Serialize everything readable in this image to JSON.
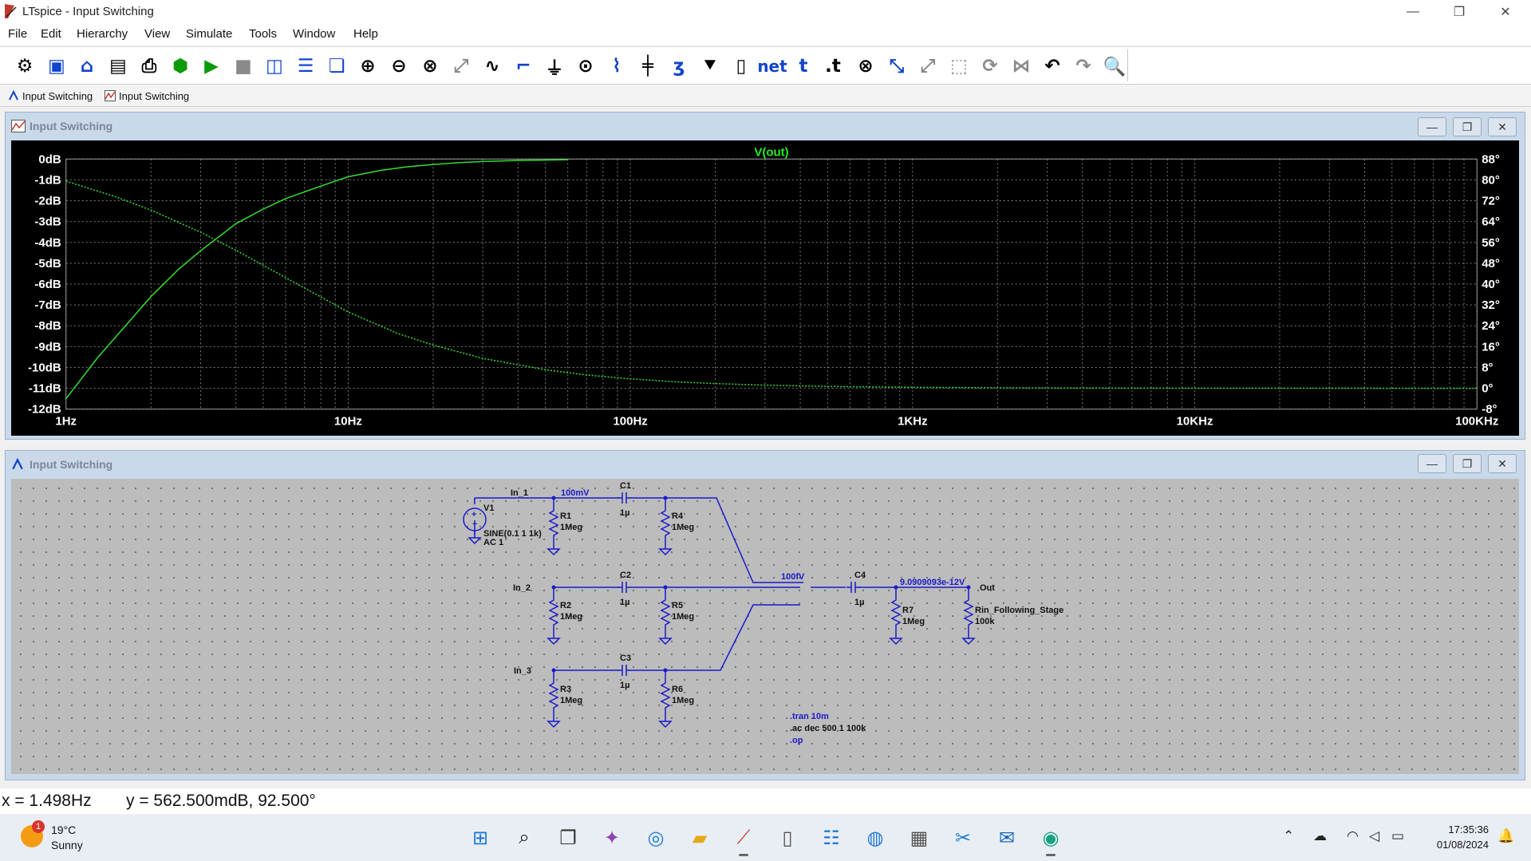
{
  "window": {
    "title": "LTspice - Input Switching",
    "minimize": "—",
    "restore": "❐",
    "close": "✕"
  },
  "menu": [
    "File",
    "Edit",
    "Hierarchy",
    "View",
    "Simulate",
    "Tools",
    "Window",
    "Help"
  ],
  "toolbar": {
    "icons": [
      "settings-icon",
      "new-schematic-icon",
      "open-icon",
      "save-icon",
      "print-icon",
      "ac-analysis-icon",
      "run-icon",
      "halt-icon",
      "tile-vertical-icon",
      "tile-horizontal-icon",
      "cascade-icon",
      "zoom-in-icon",
      "zoom-out-icon",
      "zoom-fit-icon",
      "zoom-back-icon",
      "autorange-icon",
      "wire-icon",
      "ground-icon",
      "label-net-icon",
      "resistor-icon",
      "capacitor-icon",
      "inductor-icon",
      "diode-icon",
      "component-icon",
      "net-icon",
      "text-icon",
      "spice-directive-icon",
      "delete-icon",
      "duplicate-icon",
      "move-icon",
      "drag-icon",
      "rotate-icon",
      "mirror-icon",
      "undo-icon",
      "redo-icon",
      "find-icon"
    ],
    "net_label": "net",
    "text_label": "t",
    "directive_label": ".t"
  },
  "tabs": [
    {
      "label": "Input Switching",
      "icon": "schematic-icon"
    },
    {
      "label": "Input Switching",
      "icon": "waveform-icon"
    }
  ],
  "plot_window": {
    "title": "Input Switching"
  },
  "schematic_window": {
    "title": "Input Switching"
  },
  "chart_data": {
    "type": "line",
    "title": "V(out)",
    "x_scale": "log",
    "xlim": [
      1,
      100000
    ],
    "x_ticks": [
      "1Hz",
      "10Hz",
      "100Hz",
      "1KHz",
      "10KHz",
      "100KHz"
    ],
    "y_left_ticks": [
      "0dB",
      "-1dB",
      "-2dB",
      "-3dB",
      "-4dB",
      "-5dB",
      "-6dB",
      "-7dB",
      "-8dB",
      "-9dB",
      "-10dB",
      "-11dB",
      "-12dB"
    ],
    "y_left_lim": [
      -12,
      0
    ],
    "y_right_ticks": [
      "88°",
      "80°",
      "72°",
      "64°",
      "56°",
      "48°",
      "40°",
      "32°",
      "24°",
      "16°",
      "8°",
      "0°",
      "-8°"
    ],
    "y_right_lim": [
      -8,
      88
    ],
    "grid": true,
    "colors": {
      "trace": "#33dd33",
      "title": "#22ee22",
      "axis_text": "#ffffff",
      "grid": "#7a7a7a",
      "background": "#000000"
    },
    "series": [
      {
        "name": "magnitude",
        "axis": "left",
        "style": "solid",
        "x": [
          1,
          1.3,
          1.7,
          2,
          2.5,
          3,
          4,
          5,
          6,
          8,
          10,
          13,
          16,
          20,
          25,
          30,
          40,
          60
        ],
        "y": [
          -11.5,
          -9.5,
          -7.7,
          -6.6,
          -5.3,
          -4.4,
          -3.1,
          -2.4,
          -1.9,
          -1.3,
          -0.85,
          -0.55,
          -0.38,
          -0.26,
          -0.17,
          -0.12,
          -0.07,
          -0.03
        ]
      },
      {
        "name": "phase",
        "axis": "right",
        "style": "dotted",
        "x": [
          1,
          1.5,
          2,
          3,
          4,
          5,
          7,
          10,
          15,
          20,
          30,
          50,
          70,
          100,
          150,
          200,
          300,
          500,
          1000,
          3000,
          10000,
          100000
        ],
        "y": [
          79.5,
          73.5,
          68.4,
          59.9,
          53,
          47.2,
          38.5,
          29.3,
          21,
          16.6,
          11.5,
          7.1,
          5.1,
          3.6,
          2.4,
          1.8,
          1.2,
          0.7,
          0.36,
          0.12,
          0.04,
          0
        ]
      }
    ]
  },
  "schematic": {
    "wire_color": "#1a1acc",
    "labels": {
      "in1": "In_1",
      "in2": "In_2",
      "in3": "In_3",
      "out": "Out",
      "v1_name": "V1",
      "v1_value1": "SINE(0.1 1 1k)",
      "v1_value2": "AC 1",
      "r1": "R1",
      "r2": "R2",
      "r3": "R3",
      "r4": "R4",
      "r5": "R5",
      "r6": "R6",
      "r7": "R7",
      "r_val": "1Meg",
      "c1": "C1",
      "c2": "C2",
      "c3": "C3",
      "c4": "C4",
      "c_val": "1µ",
      "rin": "Rin_Following_Stage",
      "rin_val": "100k",
      "op_in1": "100mV",
      "op_switch": "100fV",
      "op_out": "9.0909093e-12V",
      "dir_tran": ".tran 10m",
      "dir_ac": ".ac dec 500 1 100k",
      "dir_op": ".op"
    }
  },
  "status": {
    "x": "x = 1.498Hz",
    "y": "y = 562.500mdB, 92.500°"
  },
  "taskbar": {
    "temperature": "19°C",
    "weather": "Sunny",
    "weather_badge": "1",
    "time": "17:35:36",
    "date": "01/08/2024"
  }
}
